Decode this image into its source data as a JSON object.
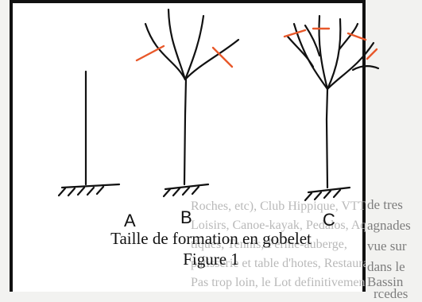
{
  "figure": {
    "labels": {
      "a": "A",
      "b": "B",
      "c": "C"
    },
    "caption": "Taille de formation en gobelet",
    "number": "Figure 1"
  },
  "background_text": {
    "left_column": [
      "de tres",
      "agnades",
      "vue sur",
      "dans le",
      "Bassin",
      "rcedes"
    ],
    "right_column": [
      "Roches, etc), Club Hippique, VTT",
      "Loisirs, Canoe-kayak, Pedalos, Aqua",
      "tiques, Tennis, Ferme-auberge,",
      "patisserie et table d'hotes, Restaurants",
      "Pas trop loin, le Lot definitivement"
    ],
    "far_right": [
      "VTT",
      "Aqua",
      "berge,",
      "urants",
      "A C"
    ]
  },
  "colors": {
    "ink": "#111111",
    "pruning_mark": "#e8582a",
    "background": "#f2f2f0"
  }
}
